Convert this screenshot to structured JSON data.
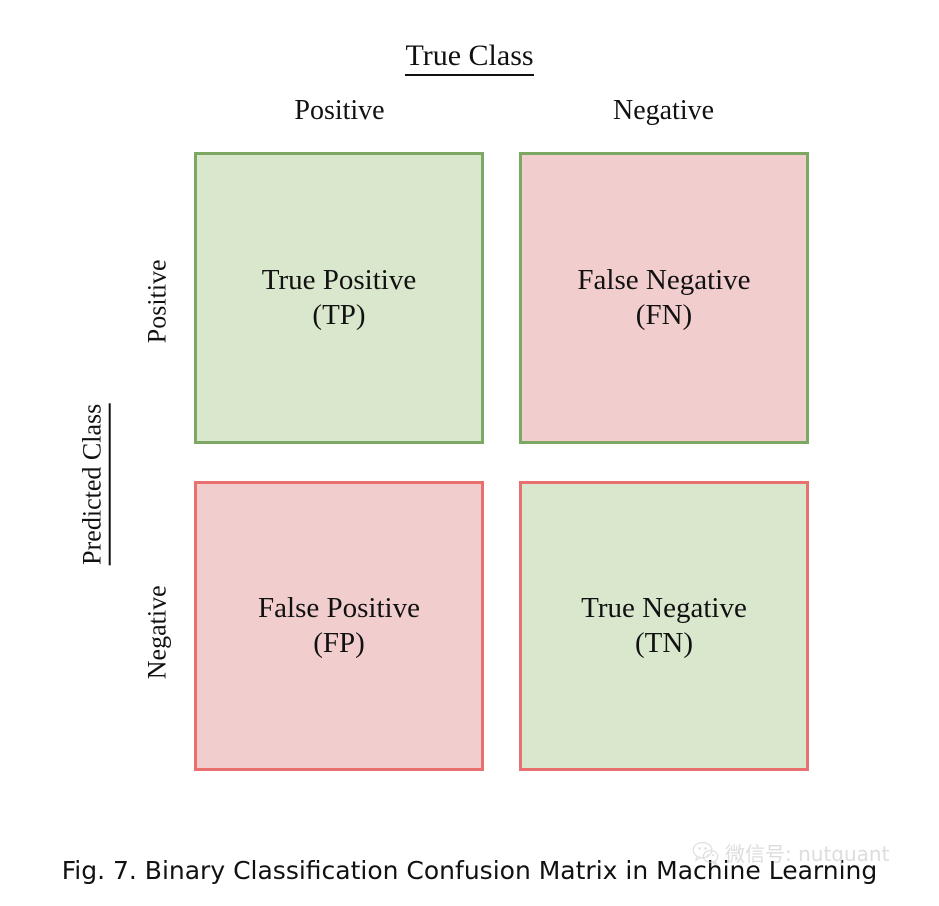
{
  "figure": {
    "top_axis_title": "True Class",
    "left_axis_title": "Predicted Class",
    "column_headers": [
      "Positive",
      "Negative"
    ],
    "row_headers": [
      "Positive",
      "Negative"
    ],
    "caption": "Fig. 7.  Binary Classification Confusion Matrix in Machine Learning"
  },
  "colors": {
    "green_fill": "#d9e8cd",
    "green_border": "#7da864",
    "red_fill": "#f2cdcd",
    "red_border": "#e8706e",
    "text": "#111111",
    "watermark_text": "#c9c9c9",
    "background": "#ffffff"
  },
  "chart_data": {
    "type": "table",
    "title": "Binary Classification Confusion Matrix in Machine Learning",
    "xlabel": "True Class",
    "ylabel": "Predicted Class",
    "categories": [
      "Positive",
      "Negative"
    ],
    "row_categories": [
      "Positive",
      "Negative"
    ],
    "cells": [
      {
        "key": "tp",
        "row": "Positive",
        "column": "Positive",
        "line1": "True Positive",
        "line2": "(TP)",
        "fill": "#d9e8cd",
        "border": "#7da864"
      },
      {
        "key": "fn",
        "row": "Positive",
        "column": "Negative",
        "line1": "False Negative",
        "line2": "(FN)",
        "fill": "#f2cdcd",
        "border": "#7da864"
      },
      {
        "key": "fp",
        "row": "Negative",
        "column": "Positive",
        "line1": "False Positive",
        "line2": "(FP)",
        "fill": "#f2cdcd",
        "border": "#e8706e"
      },
      {
        "key": "tn",
        "row": "Negative",
        "column": "Negative",
        "line1": "True Negative",
        "line2": "(TN)",
        "fill": "#d9e8cd",
        "border": "#e8706e"
      }
    ]
  },
  "watermark": {
    "icon": "wechat-logo-icon",
    "text": "微信号: nutquant"
  }
}
